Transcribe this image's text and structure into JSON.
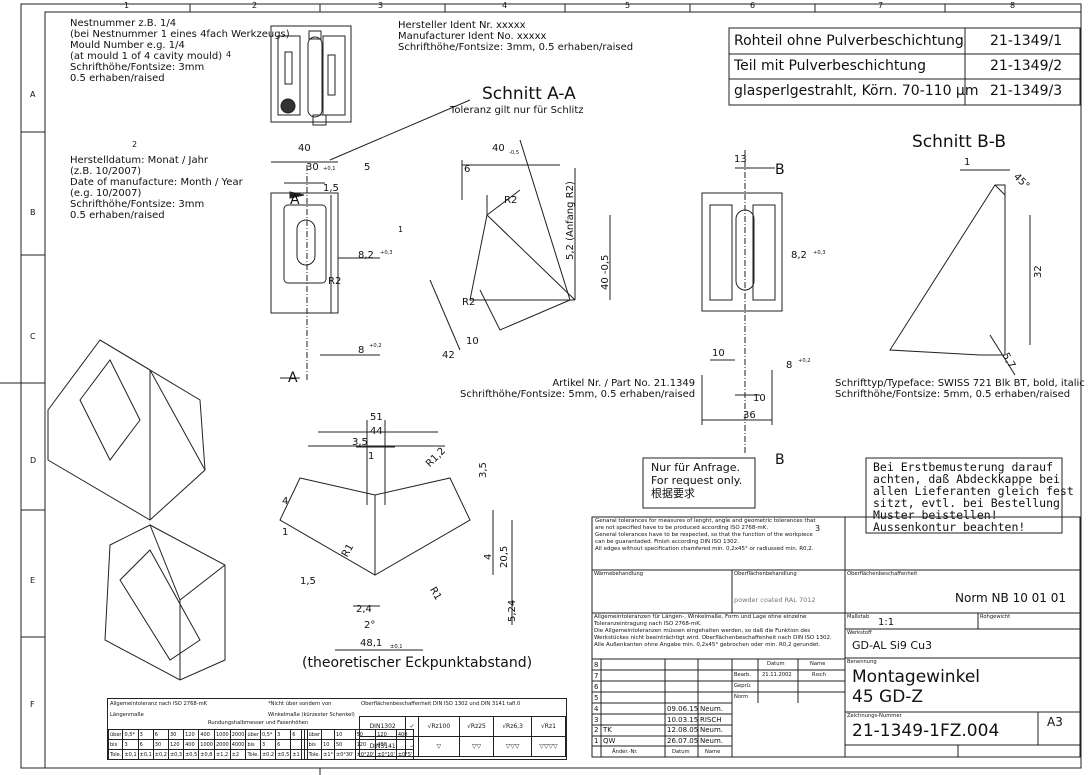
{
  "frame": {
    "columns": [
      "1",
      "2",
      "3",
      "4",
      "5",
      "6",
      "7",
      "8"
    ],
    "rows": [
      "A",
      "B",
      "C",
      "D",
      "E",
      "F"
    ]
  },
  "parts_table": [
    {
      "desc": "Rohteil ohne Pulverbeschichtung",
      "number": "21-1349/1"
    },
    {
      "desc": "Teil mit Pulverbeschichtung",
      "number": "21-1349/2"
    },
    {
      "desc": "glasperlgestrahlt, Körn. 70-110 µm",
      "number": "21-1349/3"
    }
  ],
  "notes": {
    "mould_number": [
      "Nestnummer z.B. 1/4",
      "(bei Nestnummer 1 eines 4fach Werkzeugs)",
      "Mould Number e.g. 1/4",
      "(at mould 1 of 4 cavity mould)",
      "Schrifthöhe/Fontsize: 3mm",
      "0.5 erhaben/raised"
    ],
    "manufacturer": [
      "Hersteller Ident Nr. xxxxx",
      "Manufacturer Ident No. xxxxx",
      "Schrifthöhe/Fontsize: 3mm, 0.5 erhaben/raised"
    ],
    "date": [
      "Herstelldatum: Monat / Jahr",
      "(z.B. 10/2007)",
      "Date of manufacture: Month / Year",
      "(e.g. 10/2007)",
      "Schrifthöhe/Fontsize: 3mm",
      "0.5 erhaben/raised"
    ],
    "part_no": [
      "Artikel Nr. / Part No. 21.1349",
      "Schrifthöhe/Fontsize: 5mm, 0.5 erhaben/raised"
    ],
    "typeface": [
      "Schrifttyp/Typeface: SWISS 721 Blk BT, bold, italic",
      "Schrifthöhe/Fontsize: 5mm, 0.5 erhaben/raised"
    ],
    "request": [
      "Nur für Anfrage.",
      "For request only.",
      "根据要求"
    ],
    "sampling": [
      "Bei Erstbemusterung darauf",
      "achten, daß Abdeckkappe bei",
      "allen Lieferanten gleich fest",
      "sitzt, evtl. bei Bestellung",
      "Muster beistellen!",
      "Aussenkontur beachten!"
    ],
    "section_aa": "Schnitt A-A",
    "tolerance_slot": "Toleranz gilt nur für Schlitz",
    "section_bb": "Schnitt B-B",
    "corner_distance": "(theoretischer Eckpunktabstand)",
    "circle_4": "4",
    "circle_2": "2",
    "circle_1": "1",
    "circle_3": "3"
  },
  "dimensions": {
    "d40": "40",
    "d30": "30",
    "d30_tol": "+0,1",
    "d5": "5",
    "d1_5": "1,5",
    "A": "A",
    "d8_2": "8,2",
    "d8_2_tol": "+0,3",
    "d8": "8",
    "d8_tol": "+0,2",
    "R2": "R2",
    "d40_05": "40",
    "d40_05_tol": "-0,5",
    "d6": "6",
    "d52": "5,2 (Anfang R2)",
    "d40v": "40 -0,5",
    "d10": "10",
    "d42": "42",
    "d13": "13",
    "B": "B",
    "d36": "36",
    "d1": "1",
    "d45": "45°",
    "d32": "32",
    "d57": "5,7",
    "d51": "51",
    "d44": "44",
    "d3_5": "3,5",
    "d3_5v": "3,5",
    "R1_2": "R1,2",
    "d4": "4",
    "d20_5": "20,5",
    "R1": "R1",
    "d1_5b": "1,5",
    "d2_4": "2,4",
    "d2deg": "2°",
    "d5_24": "5,24",
    "d48_1": "48,1",
    "d48_1_tol": "±0,1"
  },
  "general_tolerance_text": [
    "Genaral tolerances for measures of lenght, angle and geometric tolerances that",
    "are not specified have to be produced according ISO 2768-mK.",
    "General tolerances have to be respected, so that the function of the workpiece",
    "can be guarantaded. Finish according DIN ISO 1302.",
    "All edges without specification chamfered min. 0,2x45° or radiussed min. R0,2."
  ],
  "title_block": {
    "heat_treatment_label": "Wärmebehandlung",
    "surface_treatment_label": "Oberflächenbehandlung",
    "surface_treatment": "powder coated RAL 7012",
    "surface_finish_label": "Oberflächenbeschaffenheit",
    "norm": "Norm NB 10 01 01",
    "german_tolerance": [
      "Allgemeintoleranzen für Längen-, Winkelmaße, Form und Lage ohne einzelne",
      "Toleranzeintragung nach ISO 2768-mK.",
      "Die Allgemeintoleranzen müssen eingehalten werden, so daß die Funktion des",
      "Werkstückes nicht beeinträchtigt wird. Oberflächenbeschaffenheit nach DIN ISO 1302.",
      "Alle Außenkanten ohne Angabe min. 0,2x45° gebrochen oder min. R0,2 gerundet."
    ],
    "scale_label": "Maßstab",
    "scale": "1:1",
    "weight_label": "Rohgewicht",
    "material_label": "Werkstoff",
    "material": "GD-AL Si9 Cu3",
    "name_label": "Benennung",
    "name1": "Montagewinkel",
    "name2": "45 GD-Z",
    "drawing_no_label": "Zeichnungs-Nummer",
    "drawing_no": "21-1349-1FZ.004",
    "format": "A3",
    "datum_label": "Datum",
    "name_col_label": "Name",
    "bearb": "Bearb.",
    "bearb_date": "21.11.2002",
    "bearb_name": "Rısch",
    "gepr": "Geprü.",
    "norm_label": "Norm",
    "revisions": [
      {
        "no": "8",
        "text": "",
        "date": "",
        "name": ""
      },
      {
        "no": "7",
        "text": "",
        "date": "",
        "name": ""
      },
      {
        "no": "6",
        "text": "",
        "date": "",
        "name": ""
      },
      {
        "no": "5",
        "text": "",
        "date": "",
        "name": ""
      },
      {
        "no": "4",
        "text": "",
        "date": "09.06.15",
        "name": "Neum."
      },
      {
        "no": "3",
        "text": "",
        "date": "10.03.15",
        "name": "RISCH"
      },
      {
        "no": "2",
        "text": "TK",
        "date": "12.08.05",
        "name": "Neum."
      },
      {
        "no": "1",
        "text": "QW",
        "date": "26.07.05",
        "name": "Neum."
      }
    ],
    "rev_headers": [
      "Änder.-Nr.",
      "Datum",
      "Name"
    ]
  },
  "tolerance_table": {
    "title": "Allgemeintoleranz nach ISO 2768-mK",
    "footnote": "*Nicht über sondern von",
    "length_label": "Längenmaße",
    "radius_label": "Rundungshalbmesser und Fasenhöhen",
    "angle_label": "Winkelmaße (kürzester Schenkel)",
    "surface_title": "Oberflächenbeschaffenheit DIN ISO 1302 und DIN 3141 tafl.0",
    "rows": [
      [
        "über",
        "0,5*",
        "3",
        "6",
        "30",
        "120",
        "400",
        "1000",
        "2000",
        "über",
        "0,5*",
        "3",
        "6",
        "",
        "",
        "über",
        "",
        "10",
        "50",
        "120",
        "400"
      ],
      [
        "bis",
        "3",
        "6",
        "30",
        "120",
        "400",
        "1000",
        "2000",
        "4000",
        "bis",
        "3",
        "6",
        "",
        "",
        "",
        "bis",
        "10",
        "50",
        "120",
        "400",
        ""
      ],
      [
        "Tole.",
        "±0,1",
        "±0,1",
        "±0,2",
        "±0,3",
        "±0,5",
        "±0,8",
        "±1,2",
        "±2",
        "Tole.",
        "±0,2",
        "±0,5",
        "±1",
        "",
        "",
        "Tole.",
        "±1°",
        "±0°30'",
        "±0°20'",
        "±0°10'",
        "±0°5'"
      ]
    ],
    "surface_rows": [
      [
        "DIN1302",
        "✓",
        "√Rz100",
        "√Rz25",
        "√Rz6,3",
        "√Rz1"
      ],
      [
        "DIN3141",
        "∽",
        "▽",
        "▽▽",
        "▽▽▽",
        "▽▽▽▽"
      ]
    ]
  }
}
